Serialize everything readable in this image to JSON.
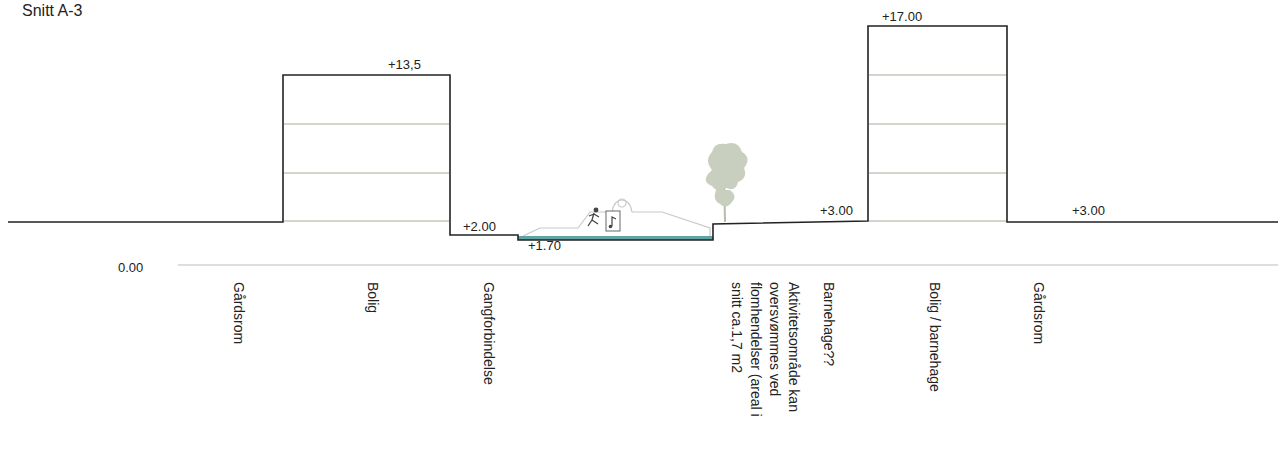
{
  "diagram": {
    "title": "Snitt A-3",
    "labels": [
      "+13,5",
      "+17.00",
      "+2.00",
      "+1.70",
      "+3.00",
      "+3.00",
      "0.00",
      "Gårdsrom",
      "Bolig",
      "Gangforbindelse",
      "Aktivitetsområde kan oversvømmes ved flomhendelser (areal i snitt ca.1,7 m2",
      "Barnehage??",
      "Bolig / barnehage",
      "Gårdsrom"
    ]
  }
}
